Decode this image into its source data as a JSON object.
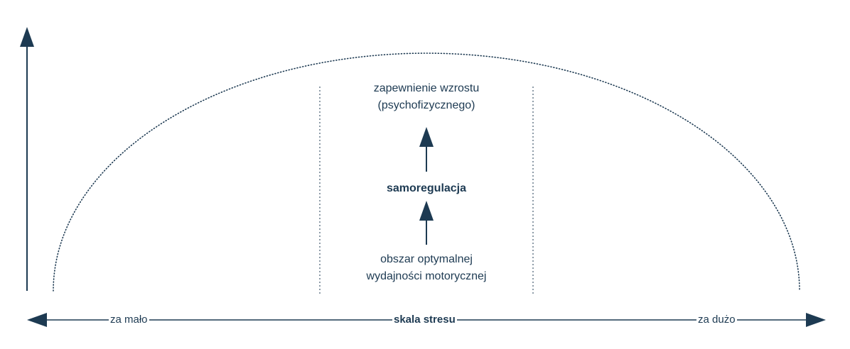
{
  "diagram": {
    "top_text": "zapewnienie wzrostu\n(psychofizycznego)",
    "middle_text": "samoregulacja",
    "bottom_text": "obszar optymalnej\nwydajności motorycznej"
  },
  "x_axis": {
    "left_label": "za mało",
    "center_label": "skala stresu",
    "right_label": "za dużo"
  },
  "colors": {
    "primary": "#1d3a52",
    "background": "#ffffff"
  },
  "icons": [
    "arrow-up-icon",
    "arrow-left-icon",
    "arrow-right-icon"
  ]
}
